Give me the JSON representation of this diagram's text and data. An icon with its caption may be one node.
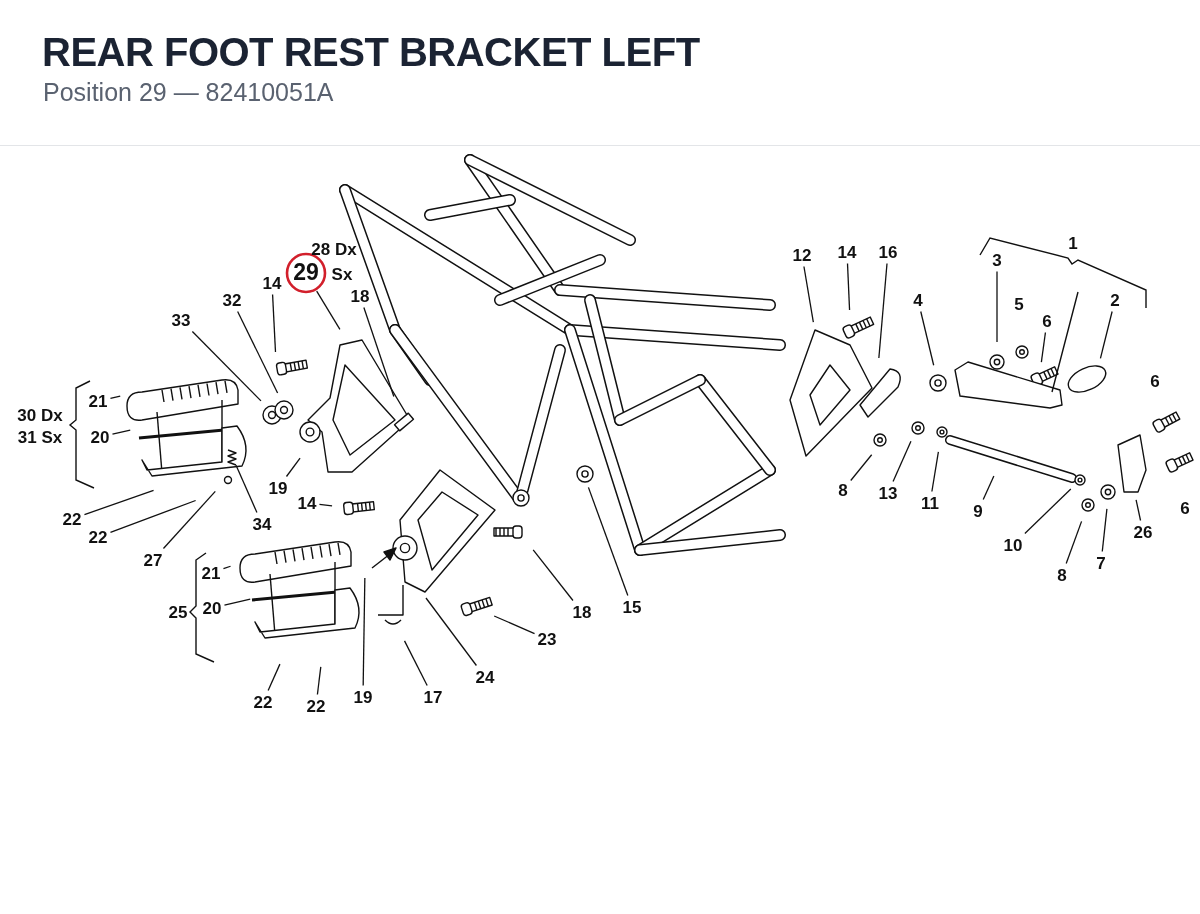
{
  "diagram": {
    "title": "REAR FOOT REST BRACKET LEFT",
    "caption": "Position 29 — 82410051A",
    "nodes": [
      {
        "text": [
          "14"
        ]
      },
      {
        "text": [
          "16"
        ]
      },
      {
        "text": [
          "12"
        ]
      },
      {
        "text": [
          "3"
        ]
      },
      {
        "text": [
          "29"
        ],
        "beside": [
          "Sx"
        ]
      },
      {
        "text": [
          "14"
        ]
      },
      {
        "text": [
          "18"
        ]
      },
      {
        "text": [
          "32"
        ]
      },
      {
        "text": [
          "4"
        ]
      },
      {
        "text": [
          "2"
        ]
      },
      {
        "text": [
          "33"
        ]
      },
      {
        "text": [
          "6"
        ]
      },
      {
        "text": [
          "21"
        ]
      },
      {
        "text": [
          "20"
        ]
      },
      {
        "text": [
          "19"
        ]
      },
      {
        "text": [
          "8"
        ]
      },
      {
        "text": [
          "13"
        ]
      },
      {
        "text": [
          "14"
        ]
      },
      {
        "text": [
          "11"
        ]
      },
      {
        "text": [
          "9"
        ]
      },
      {
        "text": [
          "22"
        ]
      },
      {
        "text": [
          "26"
        ]
      },
      {
        "text": [
          "34"
        ]
      },
      {
        "text": [
          "22"
        ]
      },
      {
        "text": [
          "10"
        ]
      },
      {
        "text": [
          "27"
        ]
      },
      {
        "text": [
          "8"
        ]
      },
      {
        "text": [
          "7"
        ]
      },
      {
        "text": [
          "21"
        ]
      },
      {
        "text": [
          "20"
        ]
      },
      {
        "text": [
          "18"
        ]
      },
      {
        "text": [
          "15"
        ]
      },
      {
        "text": [
          "23"
        ]
      },
      {
        "text": [
          "24"
        ]
      },
      {
        "text": [
          "22"
        ]
      },
      {
        "text": [
          "22"
        ]
      },
      {
        "text": [
          "19"
        ]
      },
      {
        "text": [
          "17"
        ]
      }
    ],
    "edges": [
      {
        "from": 0,
        "to": null,
        "arrow": "none"
      },
      {
        "from": 1,
        "to": null,
        "arrow": "none"
      },
      {
        "from": 2,
        "to": null,
        "arrow": "none"
      },
      {
        "from": 3,
        "to": null,
        "arrow": "none"
      },
      {
        "from": 4,
        "to": null,
        "arrow": "none"
      },
      {
        "from": 5,
        "to": null,
        "arrow": "none"
      },
      {
        "from": 6,
        "to": null,
        "arrow": "none"
      },
      {
        "from": 7,
        "to": null,
        "arrow": "none"
      },
      {
        "from": 8,
        "to": null,
        "arrow": "none"
      },
      {
        "from": 9,
        "to": null,
        "arrow": "none"
      },
      {
        "from": 10,
        "to": null,
        "arrow": "none"
      },
      {
        "from": 11,
        "to": null,
        "arrow": "none"
      },
      {
        "from": 12,
        "to": null,
        "arrow": "none"
      },
      {
        "from": 13,
        "to": null,
        "arrow": "none"
      },
      {
        "from": 14,
        "to": null,
        "arrow": "none"
      },
      {
        "from": 15,
        "to": null,
        "arrow": "none"
      },
      {
        "from": 16,
        "to": null,
        "arrow": "none"
      },
      {
        "from": 17,
        "to": null,
        "arrow": "none"
      },
      {
        "from": 18,
        "to": null,
        "arrow": "none"
      },
      {
        "from": 19,
        "to": null,
        "arrow": "none"
      },
      {
        "from": 20,
        "to": null,
        "arrow": "none"
      },
      {
        "from": 21,
        "to": null,
        "arrow": "none"
      },
      {
        "from": 22,
        "to": null,
        "arrow": "none"
      },
      {
        "from": 23,
        "to": null,
        "arrow": "none"
      },
      {
        "from": 24,
        "to": null,
        "arrow": "none"
      },
      {
        "from": 25,
        "to": null,
        "arrow": "none"
      },
      {
        "from": 26,
        "to": null,
        "arrow": "none"
      },
      {
        "from": 27,
        "to": null,
        "arrow": "none"
      },
      {
        "from": 28,
        "to": null,
        "arrow": "none"
      },
      {
        "from": 29,
        "to": null,
        "arrow": "none"
      },
      {
        "from": 30,
        "to": null,
        "arrow": "none"
      },
      {
        "from": 31,
        "to": null,
        "arrow": "none"
      },
      {
        "from": 32,
        "to": null,
        "arrow": "none"
      },
      {
        "from": 33,
        "to": null,
        "arrow": "none"
      },
      {
        "from": 34,
        "to": null,
        "arrow": "none"
      },
      {
        "from": 35,
        "to": null,
        "arrow": "none"
      },
      {
        "from": 36,
        "to": null,
        "arrow": "none"
      },
      {
        "from": 37,
        "to": null,
        "arrow": "none"
      }
    ],
    "labels": [
      "1",
      "28 Dx",
      "5",
      "6",
      "30 Dx 31 Sx",
      "6",
      "25"
    ]
  }
}
